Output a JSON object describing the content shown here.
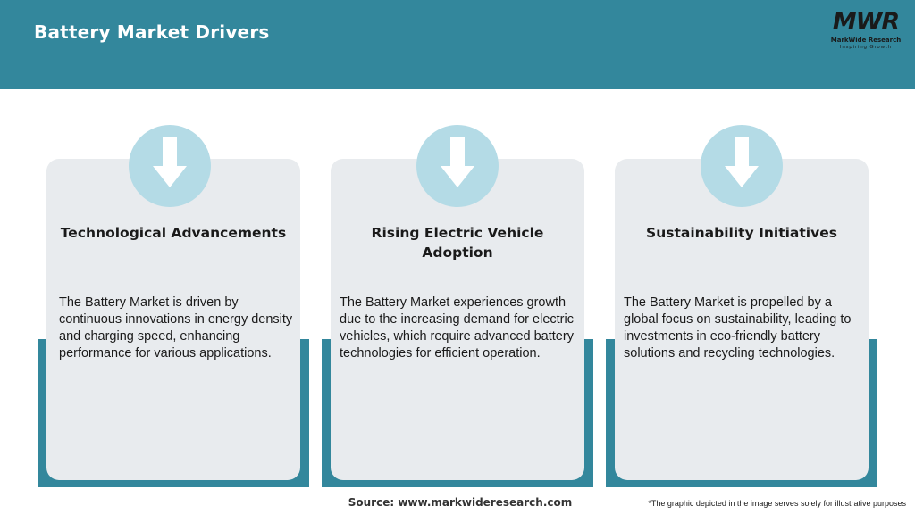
{
  "header": {
    "title": "Battery Market Drivers"
  },
  "logo": {
    "mark": "MWR",
    "name": "MarkWide Research",
    "tagline": "Inspiring Growth"
  },
  "cards": [
    {
      "title": "Technological Advancements",
      "text": "The Battery Market is driven by continuous innovations in energy density and charging speed, enhancing performance for various applications.",
      "icon": "arrow-down-icon"
    },
    {
      "title": "Rising Electric Vehicle Adoption",
      "text": "The Battery Market experiences growth due to the increasing demand for electric vehicles, which require advanced battery technologies for efficient operation.",
      "icon": "arrow-down-icon"
    },
    {
      "title": "Sustainability Initiatives",
      "text": "The Battery Market is propelled by a global focus on sustainability, leading to investments in eco-friendly battery solutions and recycling technologies.",
      "icon": "arrow-down-icon"
    }
  ],
  "footer": {
    "source": "Source: www.markwideresearch.com",
    "disclaimer": "*The graphic depicted in the image serves solely for illustrative purposes"
  },
  "colors": {
    "header_bg": "#33879c",
    "card_bg": "#e8ebee",
    "icon_circle": "#b4dbe6"
  }
}
